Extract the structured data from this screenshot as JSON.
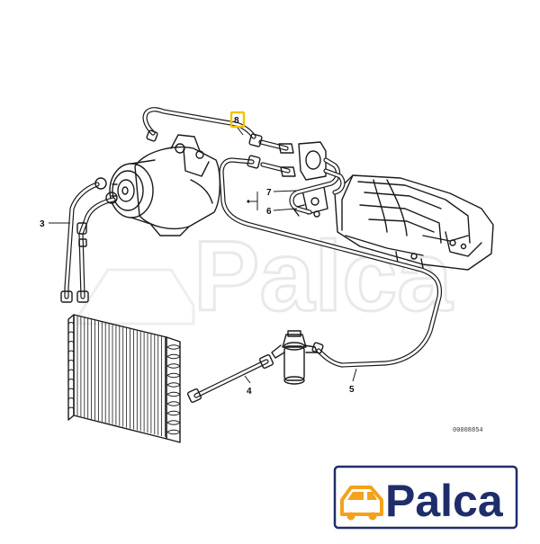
{
  "diagram": {
    "callouts": {
      "c3": "3",
      "c4": "4",
      "c5": "5",
      "c6": "6",
      "c7": "7",
      "c8": "8"
    },
    "reference_code": "00008854",
    "highlight_color": "#f2c200",
    "line_color": "#1a1a1a"
  },
  "watermark": {
    "text": "Palca"
  },
  "logo": {
    "text": "Palca",
    "text_color": "#1f2d6b",
    "icon_color": "#f4a21b"
  }
}
